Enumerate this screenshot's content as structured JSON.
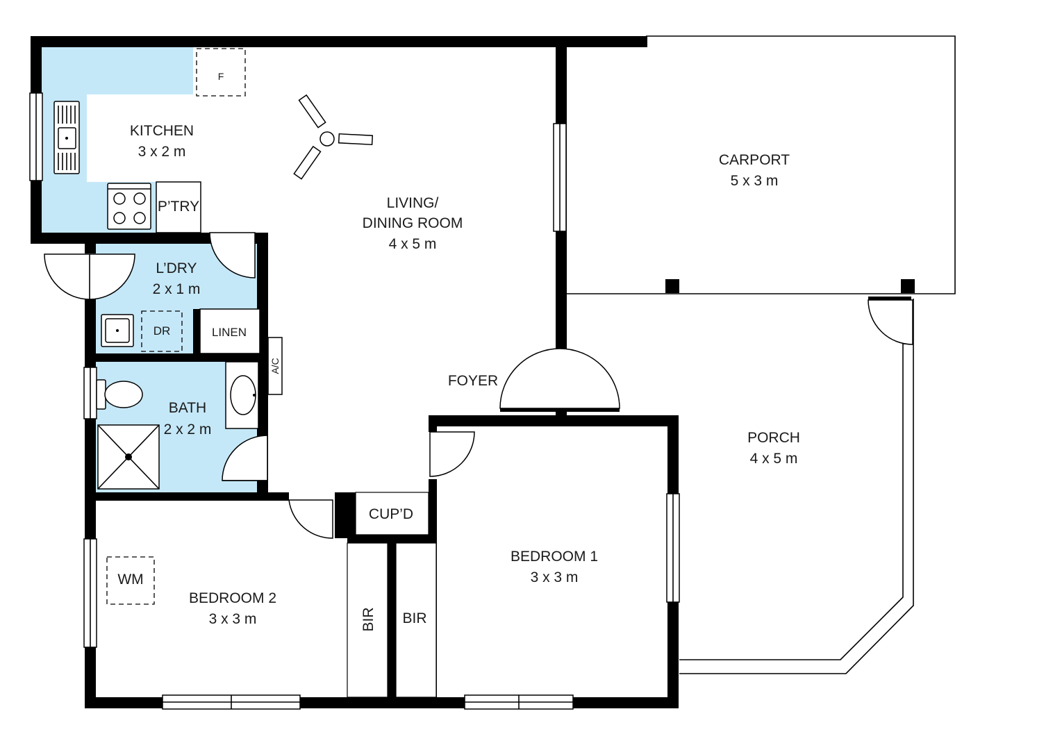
{
  "colors": {
    "wall": "#000000",
    "wet_area": "#c5e8f8",
    "background": "#ffffff"
  },
  "rooms": {
    "kitchen": {
      "name": "KITCHEN",
      "size": "3 x 2 m"
    },
    "pantry": {
      "name": "P’TRY"
    },
    "laundry": {
      "name": "L’DRY",
      "size": "2 x 1 m"
    },
    "dryer": {
      "name": "DR"
    },
    "linen": {
      "name": "LINEN"
    },
    "bath": {
      "name": "BATH",
      "size": "2 x 2 m"
    },
    "ac": {
      "name": "A/C"
    },
    "living": {
      "name_line1": "LIVING/",
      "name_line2": "DINING ROOM",
      "size": "4 x 5 m"
    },
    "foyer": {
      "name": "FOYER"
    },
    "carport": {
      "name": "CARPORT",
      "size": "5 x 3 m"
    },
    "porch": {
      "name": "PORCH",
      "size": "4 x 5 m"
    },
    "bedroom1": {
      "name": "BEDROOM 1",
      "size": "3 x 3 m"
    },
    "bedroom2": {
      "name": "BEDROOM 2",
      "size": "3 x 3 m"
    },
    "cupboard": {
      "name": "CUP’D"
    },
    "bir_left": {
      "name": "BIR"
    },
    "bir_right": {
      "name": "BIR"
    },
    "washing_machine": {
      "name": "WM"
    },
    "fridge": {
      "name": "F"
    }
  },
  "icons": [
    "ceiling-fan-icon",
    "sink-icon",
    "stove-icon",
    "toilet-icon",
    "shower-icon",
    "basin-icon",
    "tub-icon",
    "door-swing-icon",
    "window-icon"
  ]
}
